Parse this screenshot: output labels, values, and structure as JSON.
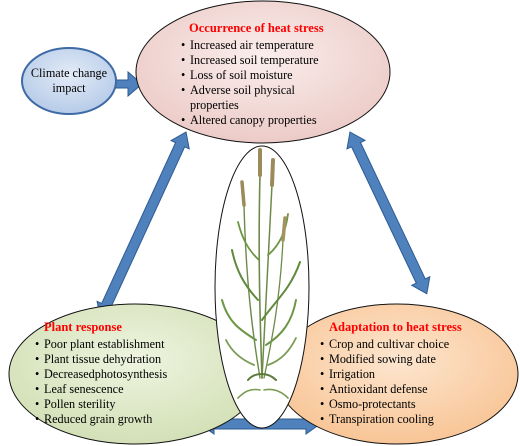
{
  "climate": {
    "label": "Climate change impact"
  },
  "occurrence": {
    "title": "Occurrence of heat stress",
    "items": [
      "Increased air temperature",
      "Increased soil temperature",
      "Loss of soil moisture",
      "Adverse soil physical properties",
      "Altered canopy properties"
    ]
  },
  "plant_response": {
    "title": "Plant response",
    "items": [
      "Poor plant establishment",
      "Plant tissue dehydration",
      "Decreasedphotosynthesis",
      "Leaf senescence",
      "Pollen sterility",
      "Reduced grain growth"
    ]
  },
  "adaptation": {
    "title": "Adaptation to heat stress",
    "items": [
      "Crop and cultivar choice",
      "Modified sowing date",
      "Irrigation",
      "Antioxidant defense",
      "Osmo-protectants",
      "Transpiration cooling"
    ]
  },
  "colors": {
    "climate_fill": "#c9d9ef",
    "climate_stroke": "#3e6aa6",
    "occurrence_fill": "#f2d7d4",
    "plant_fill": "#dfe9c8",
    "adaptation_fill": "#fbd5b0",
    "arrow_fill": "#4f81bd",
    "arrow_stroke": "#2e5b92",
    "title_red": "#ff0000"
  }
}
